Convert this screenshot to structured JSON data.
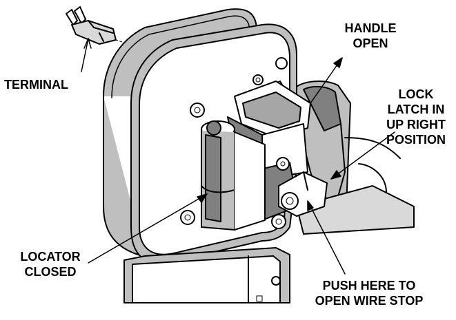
{
  "labels": {
    "terminal": "TERMINAL",
    "handle": [
      "HANDLE",
      "OPEN"
    ],
    "lock": [
      "LOCK",
      "LATCH IN",
      "UP RIGHT",
      "POSITION"
    ],
    "locator": [
      "LOCATOR",
      "CLOSED"
    ],
    "push": [
      "PUSH HERE TO",
      "OPEN WIRE STOP"
    ]
  },
  "colors": {
    "outline": "#000000",
    "face": "#ffffff",
    "edge_gray": "#bfbfbf",
    "dark_gray": "#808080",
    "mid_gray": "#a6a6a6"
  }
}
